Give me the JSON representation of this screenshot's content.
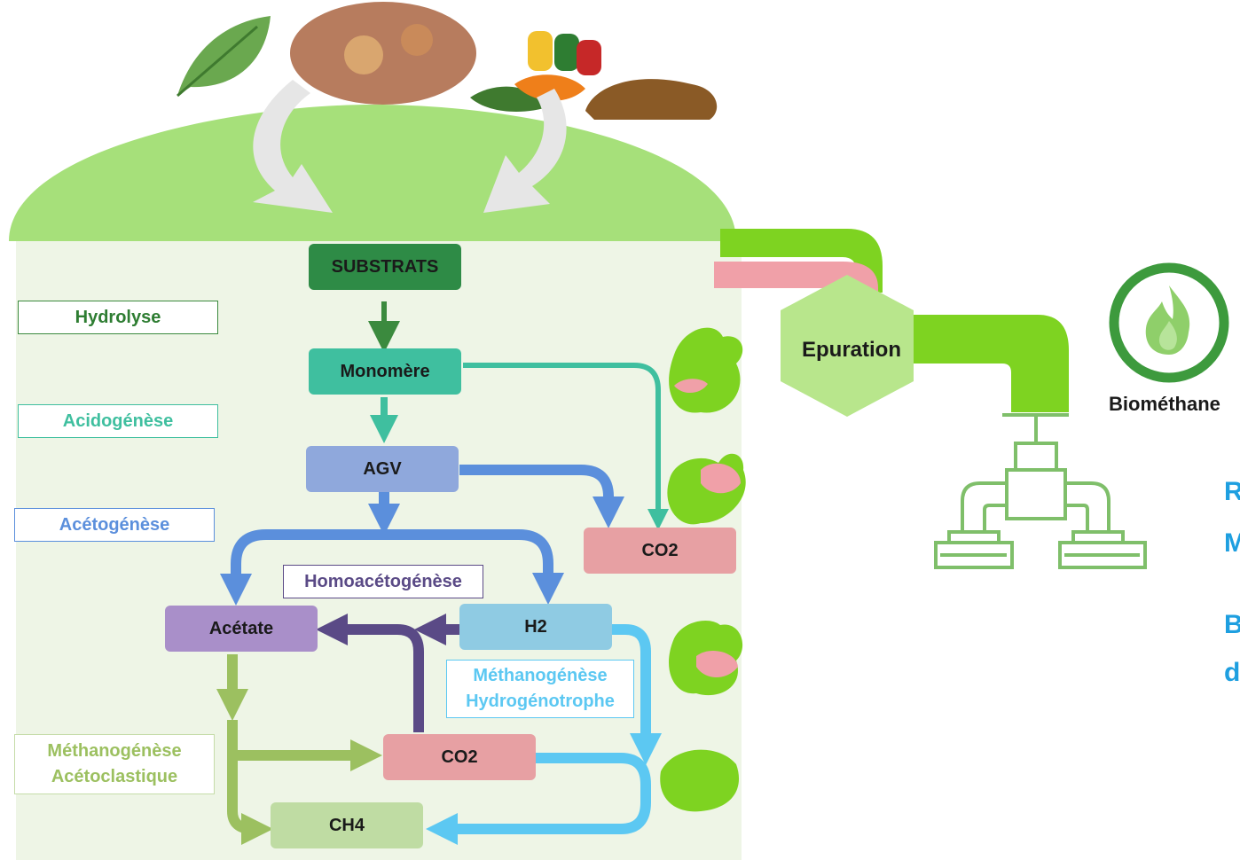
{
  "nodes": {
    "substrats": "SUBSTRATS",
    "monomere": "Monomère",
    "agv": "AGV",
    "co2_top": "CO2",
    "acetate": "Acétate",
    "h2": "H2",
    "co2_bottom": "CO2",
    "ch4": "CH4",
    "epuration": "Epuration",
    "biomethane": "Biométhane"
  },
  "stages": {
    "hydrolyse": "Hydrolyse",
    "acidogenese": "Acidogénèse",
    "acetogenese": "Acétogénèse",
    "homoacetogenese": "Homoacétogénèse",
    "methanogenese_hydro_1": "Méthanogénèse",
    "methanogenese_hydro_2": "Hydrogénotrophe",
    "methanogenese_aceto_1": "Méthanogénèse",
    "methanogenese_aceto_2": "Acétoclastique"
  },
  "side_text": [
    "R",
    "M",
    "B",
    "d"
  ],
  "colors": {
    "dome": "#a6e07a",
    "tank": "#eef5e6",
    "substrats": "#2e8b46",
    "monomere": "#3fbf9f",
    "agv": "#6b93d6",
    "co2": "#e7a0a3",
    "acetate": "#a98fc9",
    "h2": "#8fcbe3",
    "ch4": "#bfdca3",
    "pipe": "#7ed321",
    "pink_pipe": "#f0a0a8",
    "epuration": "#b8e68c",
    "side_text": "#1e9fe0"
  }
}
